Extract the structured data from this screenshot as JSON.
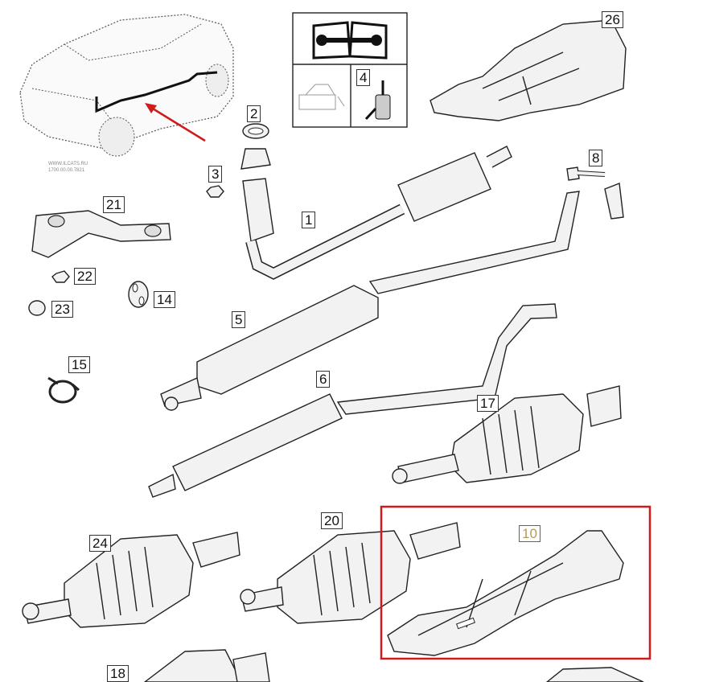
{
  "diagram": {
    "callouts": [
      "1",
      "2",
      "3",
      "4",
      "5",
      "6",
      "8",
      "10",
      "14",
      "15",
      "17",
      "18",
      "20",
      "21",
      "22",
      "23",
      "24",
      "26"
    ],
    "highlighted_callout": "10",
    "watermark": [
      "WWW.ILCATS.RU",
      "1700.00.00.7821"
    ],
    "colors": {
      "line": "#222222",
      "part_fill": "#f2f2f2",
      "highlight_box": "#d11a1a",
      "highlight_label_border": "#2a6fb5",
      "highlight_label_text": "#b59a5c",
      "arrow": "#d11a1a"
    },
    "icons": [
      "manual-book-icon",
      "engine-oil-icon",
      "sensor-part-icon"
    ]
  }
}
